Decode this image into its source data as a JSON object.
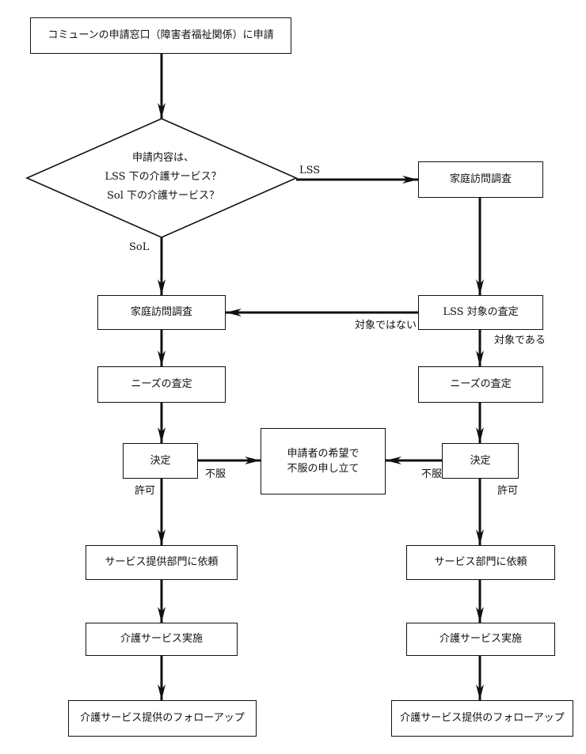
{
  "nodes": {
    "apply": "コミューンの申請窓口（障害者福祉関係）に申請",
    "decision_l1": "申請内容は、",
    "decision_l2": "LSS 下の介護サービス？",
    "decision_l3": "Sol 下の介護サービス？",
    "home_visit_right": "家庭訪問調査",
    "home_visit_left": "家庭訪問調査",
    "lss_assessment": "LSS 対象の査定",
    "needs_left": "ニーズの査定",
    "needs_right": "ニーズの査定",
    "decision_left": "決定",
    "decision_right": "決定",
    "appeal_l1": "申請者の希望で",
    "appeal_l2": "不服の申し立て",
    "request_left": "サービス提供部門に依頼",
    "request_right": "サービス部門に依頼",
    "care_left": "介護サービス実施",
    "care_right": "介護サービス実施",
    "followup_left": "介護サービス提供のフォローアップ",
    "followup_right": "介護サービス提供のフォローアップ"
  },
  "edge_labels": {
    "lss": "LSS",
    "sol": "SoL",
    "not_eligible": "対象ではない",
    "eligible": "対象である",
    "objection_left": "不服",
    "objection_right": "不服",
    "permit_left": "許可",
    "permit_right": "許可"
  }
}
